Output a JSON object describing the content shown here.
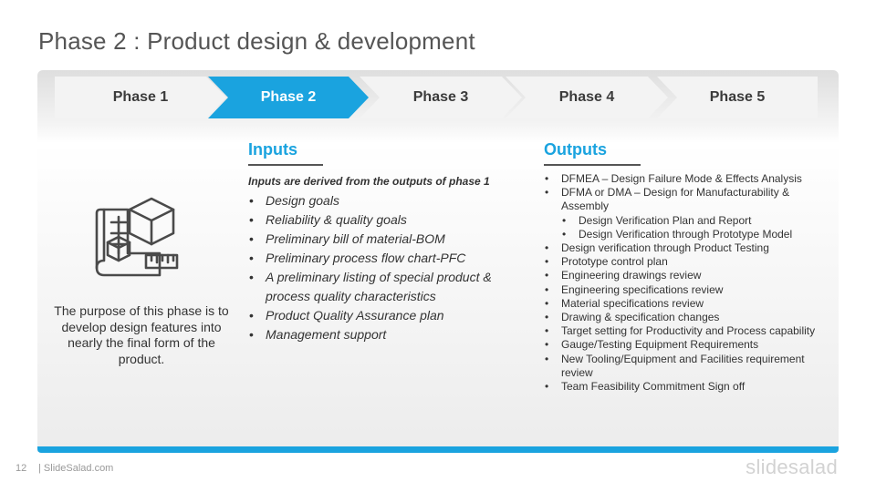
{
  "title": "Phase 2 : Product design & development",
  "phases": [
    {
      "label": "Phase 1",
      "active": false
    },
    {
      "label": "Phase 2",
      "active": true
    },
    {
      "label": "Phase 3",
      "active": false
    },
    {
      "label": "Phase 4",
      "active": false
    },
    {
      "label": "Phase 5",
      "active": false
    }
  ],
  "icon": "product-design-blueprint-icon",
  "purpose_text": "The purpose of this phase is to develop design features into nearly the final form of the product.",
  "inputs": {
    "heading": "Inputs",
    "subheading": "Inputs are derived from the outputs of phase 1",
    "items": [
      "Design goals",
      "Reliability & quality goals",
      "Preliminary bill of material-BOM",
      "Preliminary process flow chart-PFC",
      "A preliminary listing of special product & process quality characteristics",
      "Product Quality Assurance plan",
      "Management support"
    ]
  },
  "outputs": {
    "heading": "Outputs",
    "items": [
      {
        "text": "DFMEA – Design Failure Mode & Effects Analysis",
        "level": 1
      },
      {
        "text": "DFMA or DMA – Design for Manufacturability & Assembly",
        "level": 1
      },
      {
        "text": "Design Verification Plan and Report",
        "level": 2
      },
      {
        "text": "Design Verification through Prototype Model",
        "level": 2
      },
      {
        "text": "Design verification through Product Testing",
        "level": 1
      },
      {
        "text": "Prototype control plan",
        "level": 1
      },
      {
        "text": "Engineering drawings review",
        "level": 1
      },
      {
        "text": "Engineering specifications review",
        "level": 1
      },
      {
        "text": "Material specifications review",
        "level": 1
      },
      {
        "text": "Drawing & specification changes",
        "level": 1
      },
      {
        "text": "Target setting for Productivity and Process capability",
        "level": 1
      },
      {
        "text": "Gauge/Testing Equipment Requirements",
        "level": 1
      },
      {
        "text": "New Tooling/Equipment and Facilities requirement review",
        "level": 1
      },
      {
        "text": "Team Feasibility Commitment Sign off",
        "level": 1
      }
    ]
  },
  "footer": {
    "page_number": "12",
    "site": "| SlideSalad.com",
    "brand": "slidesalad"
  },
  "colors": {
    "accent": "#1aa3df",
    "title": "#555555",
    "text": "#333333",
    "phase_inactive": "#f3f3f3"
  }
}
